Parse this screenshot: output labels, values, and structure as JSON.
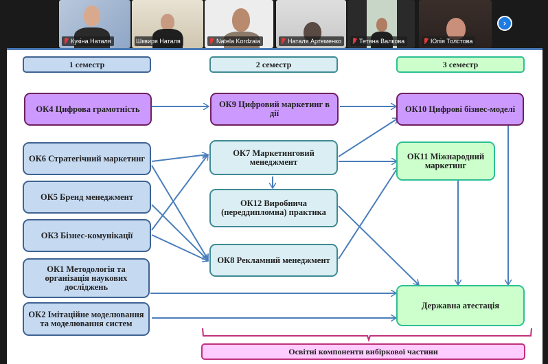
{
  "participants": [
    {
      "name": "Кукіна Наталя",
      "muted": true,
      "active": false
    },
    {
      "name": "Шквиря Наталя",
      "muted": false,
      "active": true
    },
    {
      "name": "Natela Kordzaia",
      "muted": true,
      "active": false
    },
    {
      "name": "Наталя Артеменко",
      "muted": true,
      "active": false
    },
    {
      "name": "Тетяна Валкова",
      "muted": true,
      "active": false
    },
    {
      "name": "Юлія Толстова",
      "muted": true,
      "active": false
    }
  ],
  "next_page_icon": "chevron-right-icon",
  "slide": {
    "semesters": [
      "1 семестр",
      "2 семестр",
      "3 семестр"
    ],
    "nodes": {
      "ok4": "ОК4 Цифрова грамотність",
      "ok9": "ОК9 Цифровий маркетинг в дії",
      "ok10": "ОК10 Цифрові бізнес-моделі",
      "ok6": "ОК6 Стратегічний маркетинг",
      "ok7": "ОК7 Маркетинговий менеджмент",
      "ok11": "ОК11 Міжнародний маркетинг",
      "ok5": "ОК5 Бренд менеджмент",
      "ok12": "ОК12 Виробнича (переддипломна) практика",
      "ok3": "ОК3 Бізнес-комунікації",
      "ok8": "ОК8 Рекламний менеджмент",
      "ok1": "ОК1 Методологія та організація наукових досліджень",
      "ok2": "ОК2 Імітаційне моделювання та моделювання систем",
      "attestation": "Державна атестація"
    },
    "elective_label": "Освітні компоненти вибіркової частини",
    "colors": {
      "sem1": "#c5d9f1",
      "sem2": "#dbeef4",
      "sem3": "#ccffcc",
      "digital": "#cc99ff",
      "elective": "#ffccff",
      "arrow": "#4a7ebb"
    }
  }
}
